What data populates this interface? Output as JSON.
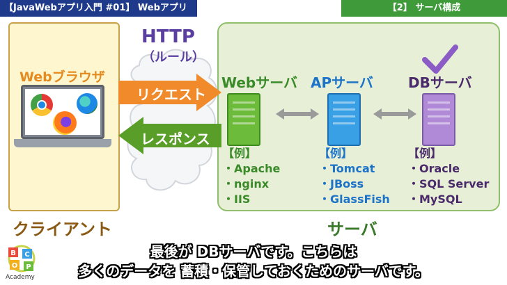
{
  "header": {
    "title": "【JavaWebアプリ入門 #01】 Webアプリ",
    "section": "【2】 サーバ構成"
  },
  "client": {
    "browser_title": "Webブラウザ",
    "caption": "クライアント"
  },
  "http": {
    "title": "HTTP",
    "subtitle": "（ルール）",
    "request": "リクエスト",
    "response": "レスポンス"
  },
  "servers": {
    "caption": "サーバ",
    "web": {
      "title": "Webサーバ",
      "examples": [
        "【例】",
        "・Apache",
        "・nginx",
        "・IIS"
      ]
    },
    "ap": {
      "title": "APサーバ",
      "examples": [
        "【例】",
        "・Tomcat",
        "・JBoss",
        "・GlassFish"
      ]
    },
    "db": {
      "title": "DBサーバ",
      "examples": [
        "【例】",
        "・Oracle",
        "・SQL Server",
        "・MySQL"
      ]
    }
  },
  "subtitles": {
    "line1": "最後が DBサーバです。こちらは",
    "line2": "多くのデータを 蓄積・保管しておくためのサーバです。"
  },
  "brand": {
    "letters": [
      "B",
      "C",
      "O",
      "P"
    ],
    "name": "Academy"
  },
  "colors": {
    "header_left": "#1f3a8a",
    "header_right": "#3f9b3a",
    "request_arrow": "#f08a2a",
    "response_arrow": "#5a9e2a",
    "check": "#8b5cc6"
  },
  "icons": [
    "chrome-icon",
    "edge-icon",
    "firefox-icon",
    "laptop-icon",
    "check-icon"
  ]
}
